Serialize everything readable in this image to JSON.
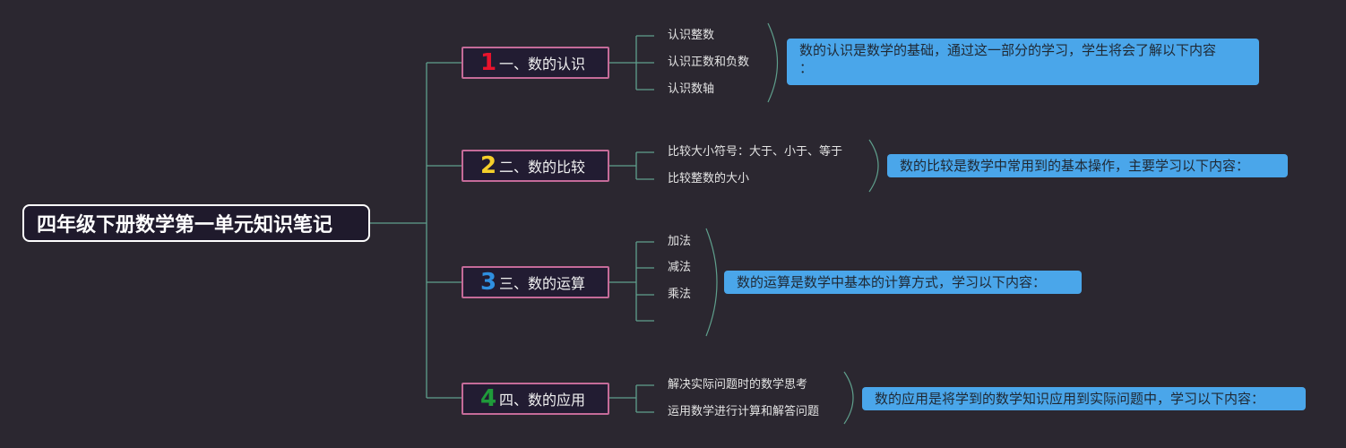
{
  "colors": {
    "background": "#2b2730",
    "connector": "#5f9f8c",
    "topic_border": "#c56b99",
    "note_fill": "#4aa6ea"
  },
  "root": {
    "title": "四年级下册数学第一单元知识笔记"
  },
  "topics": [
    {
      "number": "1",
      "number_color": "#e8132c",
      "label": "一、数的认识",
      "items": [
        "认识整数",
        "认识正数和负数",
        "认识数轴"
      ],
      "summary_lines": [
        "数的认识是数学的基础，通过这一部分的学习，学生将会了解以下内容",
        "："
      ]
    },
    {
      "number": "2",
      "number_color": "#f5cf2a",
      "label": "二、数的比较",
      "items": [
        "比较大小符号：大于、小于、等于",
        "比较整数的大小"
      ],
      "summary_lines": [
        "数的比较是数学中常用到的基本操作，主要学习以下内容："
      ]
    },
    {
      "number": "3",
      "number_color": "#2f8fe0",
      "label": "三、数的运算",
      "items": [
        "加法",
        "减法",
        "乘法",
        ""
      ],
      "summary_lines": [
        "数的运算是数学中基本的计算方式，学习以下内容："
      ]
    },
    {
      "number": "4",
      "number_color": "#1f9a3a",
      "label": "四、数的应用",
      "items": [
        "解决实际问题时的数学思考",
        "运用数学进行计算和解答问题"
      ],
      "summary_lines": [
        "数的应用是将学到的数学知识应用到实际问题中，学习以下内容："
      ]
    }
  ]
}
